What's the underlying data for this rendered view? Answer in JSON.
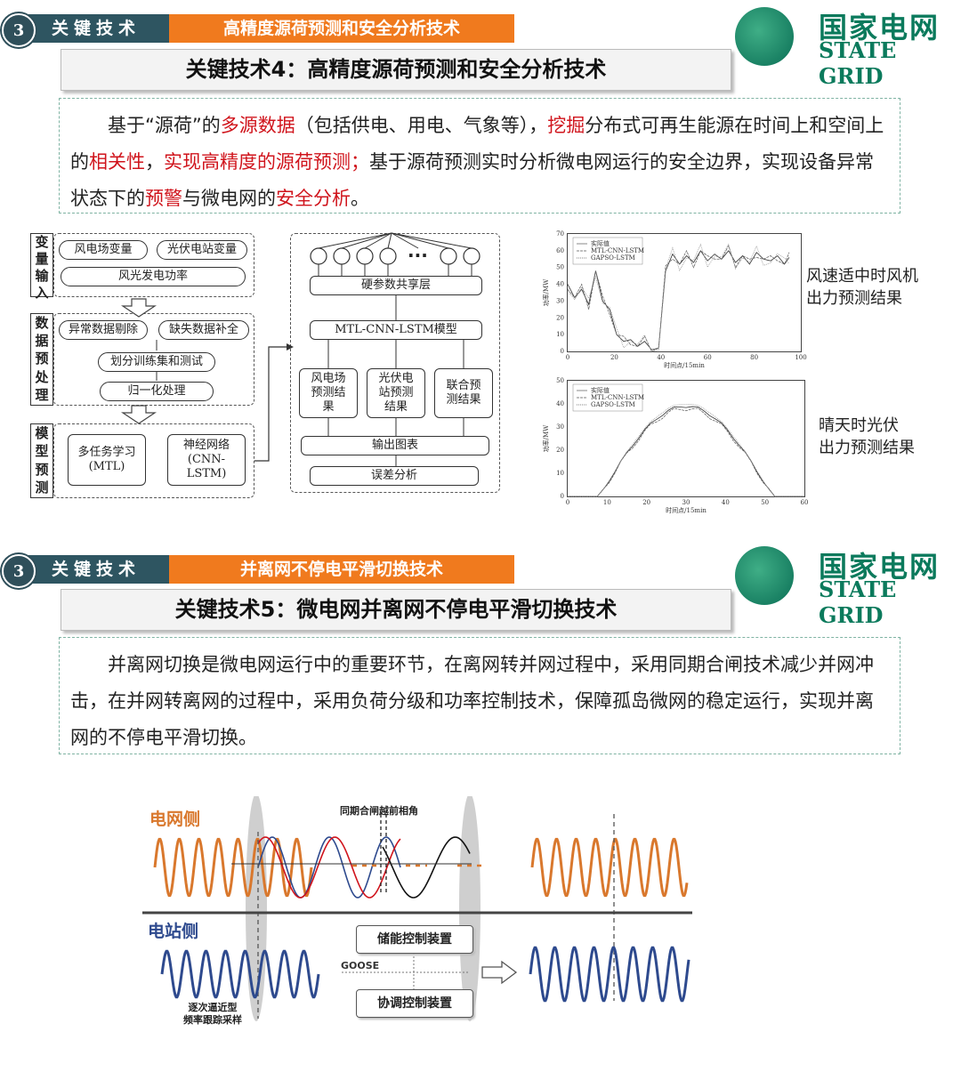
{
  "section1": {
    "num": "3",
    "key_label": "关键技术",
    "orange_label": "高精度源荷预测和安全分析技术",
    "title": "关键技术4：高精度源荷预测和安全分析技术",
    "text_parts": [
      {
        "t": "基于“源荷”的",
        "red": false
      },
      {
        "t": "多源数据",
        "red": true
      },
      {
        "t": "（包括供电、用电、气象等），",
        "red": false
      },
      {
        "t": "挖掘",
        "red": true
      },
      {
        "t": "分布式可再生能源在时间上和空间上的",
        "red": false
      },
      {
        "t": "相关性",
        "red": true
      },
      {
        "t": "，",
        "red": false
      },
      {
        "t": "实现高精度的源荷预测；",
        "red": true
      },
      {
        "t": "基于源荷预测实时分析微电网运行的安全边界，实现设备异常状态下的",
        "red": false
      },
      {
        "t": "预警",
        "red": true
      },
      {
        "t": "与微电网的",
        "red": false
      },
      {
        "t": "安全分析",
        "red": true
      },
      {
        "t": "。",
        "red": false
      }
    ]
  },
  "logo": {
    "cn": "国家电网",
    "en": "STATE GRID"
  },
  "flow_left": {
    "side1": "变量输入",
    "b_wind_var": "风电场变量",
    "b_pv_var": "光伏电站变量",
    "b_power": "风光发电功率",
    "side2": "数据预处理",
    "b_outlier": "异常数据剔除",
    "b_missing": "缺失数据补全",
    "b_split": "划分训练集和测试",
    "b_norm": "归一化处理",
    "side3": "模型预测",
    "b_mtl": "多任务学习\n(MTL)",
    "b_nn": "神经网络\n(CNN-LSTM)"
  },
  "flow_right": {
    "dots": "···",
    "b_shared": "硬参数共享层",
    "b_model": "MTL-CNN-LSTM模型",
    "b_wind_res": "风电场\n预测结\n果",
    "b_pv_res": "光伏电\n站预测\n结果",
    "b_joint": "联合预\n测结果",
    "b_output": "输出图表",
    "b_error": "误差分析"
  },
  "plots": {
    "wind": {
      "legend": [
        "实际值",
        "MTL-CNN-LSTM",
        "GAPSO-LSTM"
      ],
      "ylabel": "功率/MW",
      "xlabel": "时间点/15min",
      "yticks": [
        "0",
        "10",
        "20",
        "30",
        "40",
        "50",
        "60",
        "70"
      ],
      "xticks": [
        "0",
        "20",
        "40",
        "60",
        "80",
        "100"
      ],
      "caption": "风速适中时风机\n出力预测结果"
    },
    "pv": {
      "legend": [
        "实际值",
        "MTL-CNN-LSTM",
        "GAPSO-LSTM"
      ],
      "ylabel": "功率/MW",
      "xlabel": "时间点/15min",
      "yticks": [
        "0",
        "10",
        "20",
        "30",
        "40",
        "50"
      ],
      "xticks": [
        "0",
        "10",
        "20",
        "30",
        "40",
        "50",
        "60"
      ],
      "caption": "晴天时光伏\n出力预测结果"
    }
  },
  "section2": {
    "num": "3",
    "key_label": "关键技术",
    "orange_label": "并离网不停电平滑切换技术",
    "title": "关键技术5：微电网并离网不停电平滑切换技术",
    "text": "并离网切换是微电网运行中的重要环节，在离网转并网过程中，采用同期合闸技术减少并网冲击，在并网转离网的过程中，采用负荷分级和功率控制技术，保障孤岛微网的稳定运行，实现并离网的不停电平滑切换。"
  },
  "wave": {
    "grid_side": "电网侧",
    "station_side": "电站侧",
    "advance_angle": "同期合闸越前相角",
    "storage_ctrl": "储能控制装置",
    "goose": "GOOSE",
    "coord_ctrl": "协调控制装置",
    "tracking": "逐次逼近型\n频率跟踪采样",
    "colors": {
      "orange": "#d9782d",
      "blue": "#2e4a8e",
      "red": "#d0141c"
    }
  }
}
